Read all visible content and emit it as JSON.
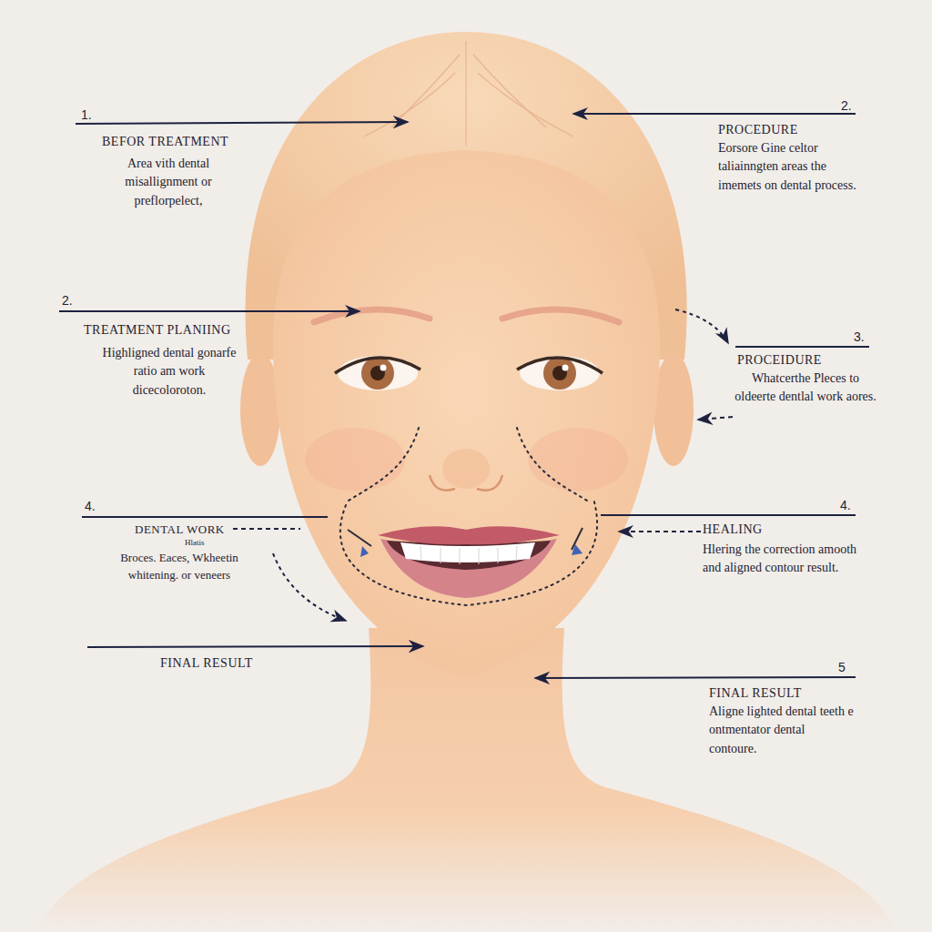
{
  "diagram": {
    "labels": [
      "1.",
      "BEFOR TREATMENT",
      "Area vith dental misallignment or preflorpelect,",
      "2.",
      "PROCEDURE",
      "Eorsore Gine celtor taliainngten areas the imemets on dental process.",
      "2.",
      "TREATMENT PLANIING",
      "Highligned dental gonarfe ratio am work dicecoloroton.",
      "3.",
      "PROCEIDURE",
      "Whatcerthe Pleces to oldeerte dentlal work aores.",
      "4.",
      "DENTAL WORK",
      "Hlatis",
      "Broces. Eaces, Wkheetin whitening. or veneers",
      "4.",
      "HEALING",
      "Hlering the correction amooth and aligned contour result.",
      "FINAL RESULT",
      "5",
      "FINAL RESULT",
      "Aligne lighted dental teeth e ontmentator dental contoure."
    ]
  }
}
